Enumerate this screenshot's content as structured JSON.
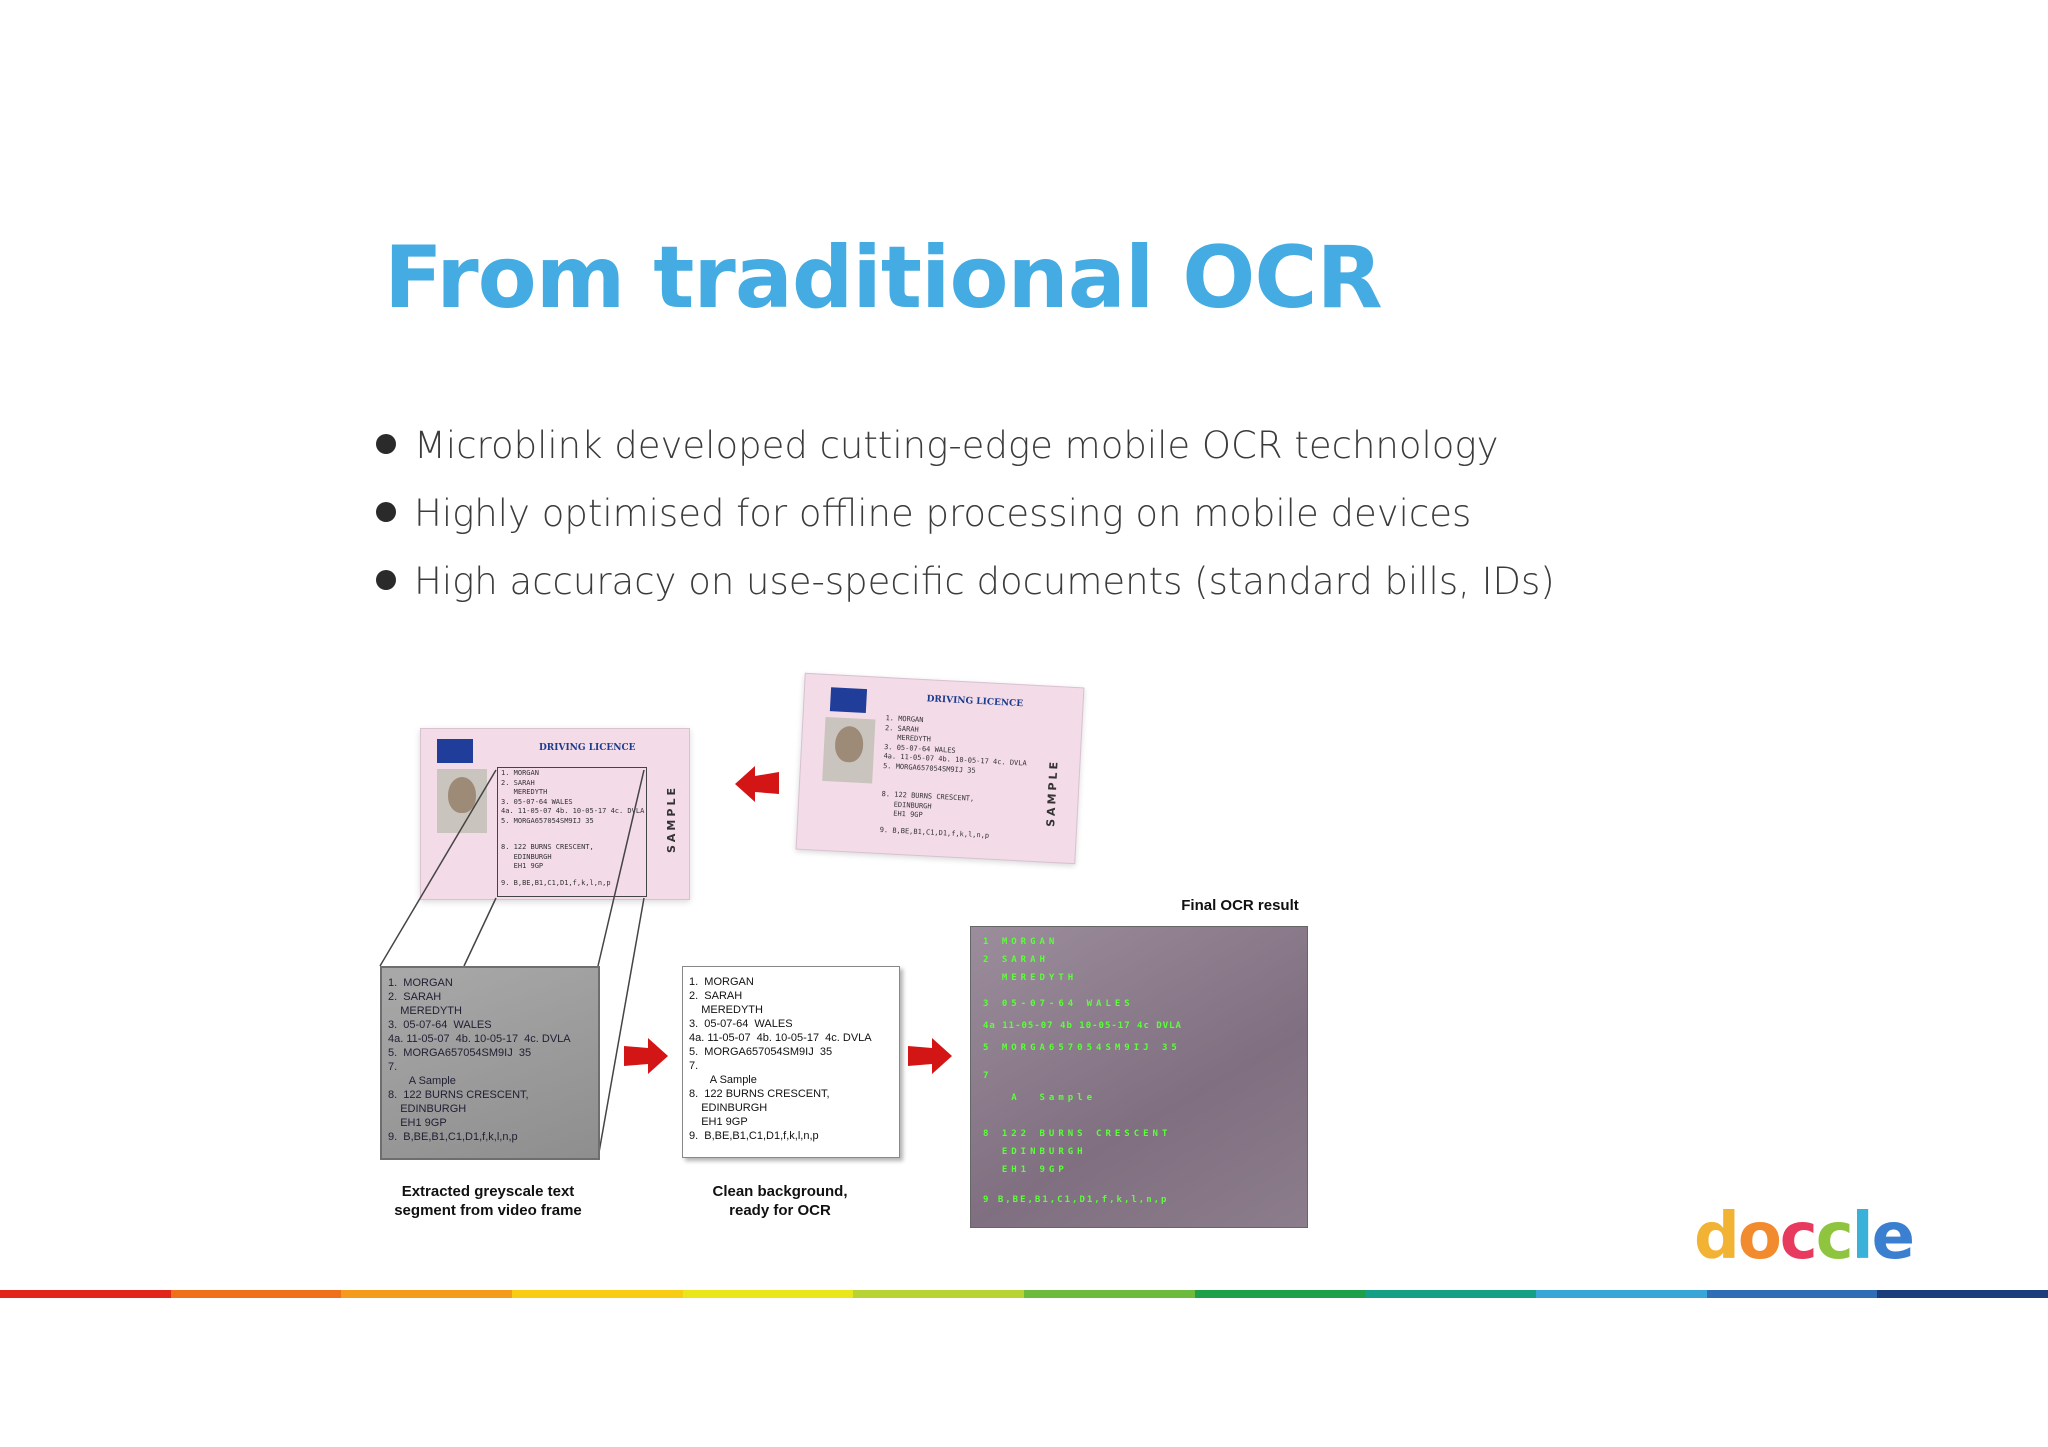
{
  "slide": {
    "title": "From traditional OCR",
    "bullets": [
      "Microblink developed cutting-edge mobile OCR technology",
      "Highly optimised for  offline processing on mobile devices",
      "High accuracy on use-specific documents (standard bills, IDs)"
    ]
  },
  "figure": {
    "card_title": "DRIVING LICENCE",
    "card_fields": "1. MORGAN\n2. SARAH\n   MEREDYTH\n3. 05-07-64 WALES\n4a. 11-05-07 4b. 10-05-17 4c. DVLA\n5. MORGA657054SM9IJ 35",
    "card_address": "8. 122 BURNS CRESCENT,\n   EDINBURGH\n   EH1 9GP",
    "card_categories": "9. B,BE,B1,C1,D1,f,k,l,n,p",
    "sample_text": "SAMPLE",
    "segment_text": "1.  MORGAN\n2.  SARAH\n    MEREDYTH\n3.  05-07-64  WALES\n4a. 11-05-07  4b. 10-05-17  4c. DVLA\n5.  MORGA657054SM9IJ  35\n7.\n       A Sample\n8.  122 BURNS CRESCENT,\n    EDINBURGH\n    EH1 9GP\n9.  B,BE,B1,C1,D1,f,k,l,n,p",
    "caption_grey": "Extracted greyscale text\nsegment from video frame",
    "caption_clean": "Clean background,\nready for OCR",
    "caption_final": "Final OCR result",
    "ocr_rows": [
      "1 MORGAN",
      "2 SARAH",
      "  MEREDYTH",
      "3 05-07-64 WALES",
      "4a 11-05-07 4b 10-05-17 4c DVLA",
      "5 MORGA657054SM9IJ 35",
      "7",
      "   A  Sample",
      "8 122 BURNS CRESCENT",
      "  EDINBURGH",
      "  EH1 9GP",
      "9 B,BE,B1,C1,D1,f,k,l,n,p"
    ]
  },
  "logo": {
    "letters": [
      "d",
      "o",
      "c",
      "c",
      "l",
      "e"
    ],
    "colors": [
      "#f2b233",
      "#f28a2e",
      "#e83a5f",
      "#8fc43f",
      "#3ab1d9",
      "#3a7fd0"
    ]
  },
  "footer_bar_colors": [
    "#e1251b",
    "#ef6f1a",
    "#f59b1b",
    "#f9cc14",
    "#e9e61b",
    "#b7d334",
    "#6cbb3c",
    "#1ea04a",
    "#14a085",
    "#3aa6d8",
    "#2f6eb5",
    "#1d3c7c"
  ]
}
